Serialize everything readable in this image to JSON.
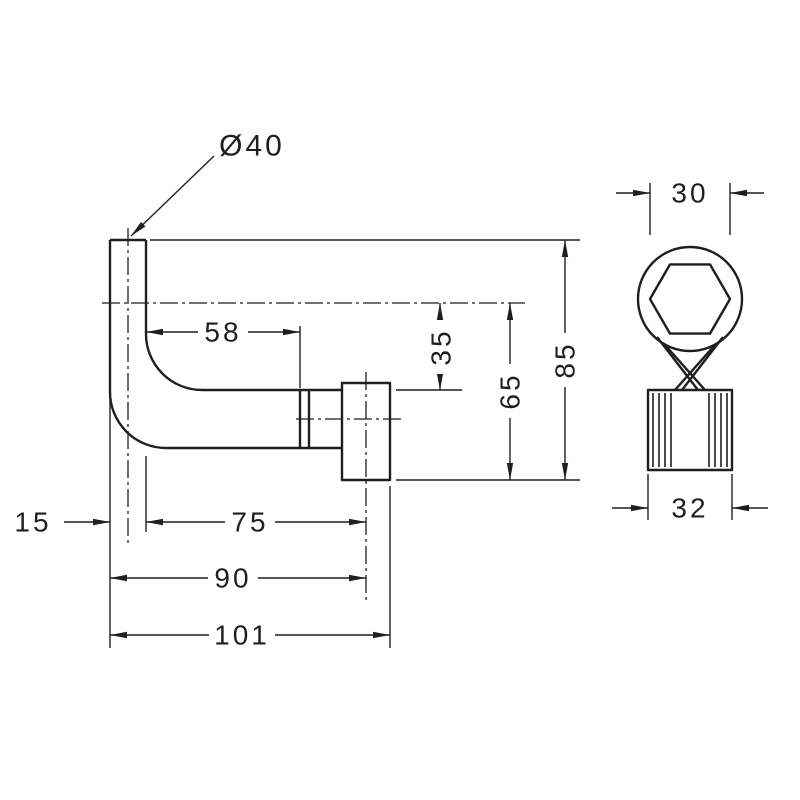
{
  "drawing": {
    "background": "#ffffff",
    "line_color": "#1f1f1f",
    "front_view": {
      "callout_diameter": "Ø40",
      "dim_tube_to_joint": "58",
      "dim_center_to_arm": "35",
      "dim_center_to_bottom": "65",
      "dim_overall_height": "85",
      "dim_tube_width": "15",
      "dim_edge_to_outlet_center": "75",
      "dim_outer_edge_to_outlet_center": "90",
      "dim_overall_length": "101"
    },
    "side_view": {
      "dim_ring_bore": "30",
      "dim_flange_width": "32"
    }
  }
}
